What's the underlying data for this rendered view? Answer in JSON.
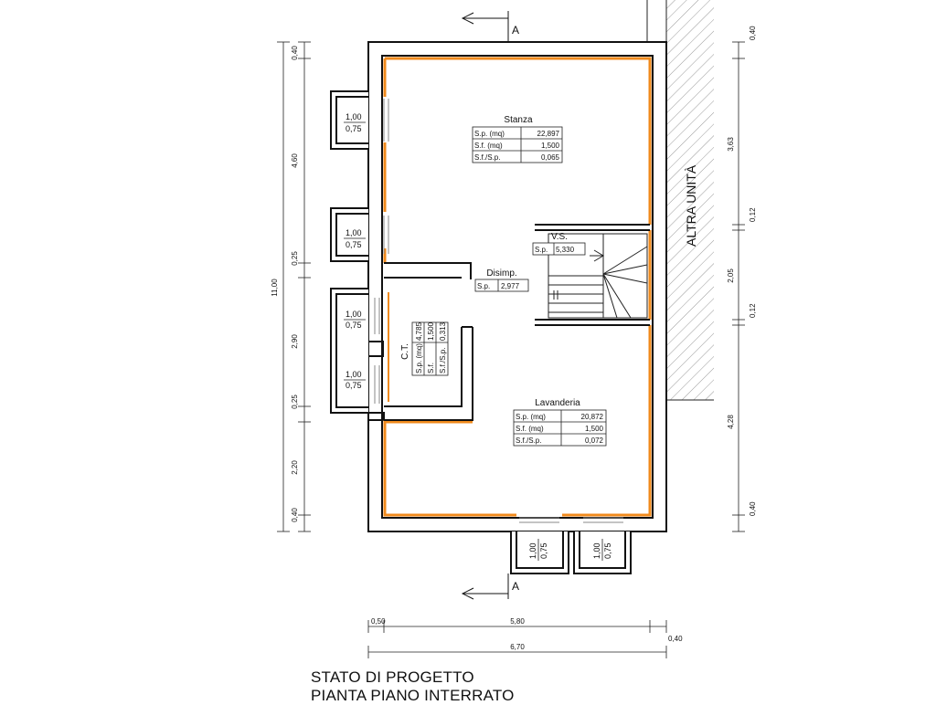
{
  "title": {
    "line1": "STATO DI PROGETTO",
    "line2": "PIANTA PIANO INTERRATO"
  },
  "section_marker": "A",
  "neighbor_label": "ALTRA UNITÀ",
  "rooms": {
    "stanza": {
      "name": "Stanza",
      "rows": [
        {
          "label": "S.p. (mq)",
          "value": "22,897"
        },
        {
          "label": "S.f. (mq)",
          "value": "1,500"
        },
        {
          "label": "S.f./S.p.",
          "value": "0,065"
        }
      ]
    },
    "vs": {
      "name": "V.S.",
      "rows": [
        {
          "label": "S.p.",
          "value": "5,330"
        }
      ]
    },
    "disimpegno": {
      "name": "Disimp.",
      "rows": [
        {
          "label": "S.p.",
          "value": "2,977"
        }
      ]
    },
    "ct": {
      "name": "C.T.",
      "rows": [
        {
          "label": "S.p. (mq)",
          "value": "4,785"
        },
        {
          "label": "S.f.",
          "value": "1,500"
        },
        {
          "label": "S.f./S.p.",
          "value": "0,313"
        }
      ]
    },
    "lavanderia": {
      "name": "Lavanderia",
      "rows": [
        {
          "label": "S.p. (mq)",
          "value": "20,872"
        },
        {
          "label": "S.f. (mq)",
          "value": "1,500"
        },
        {
          "label": "S.f./S.p.",
          "value": "0,072"
        }
      ]
    }
  },
  "windows": {
    "w_width": "1,00",
    "w_height": "0,75"
  },
  "dimensions": {
    "left": [
      "0,40",
      "4,60",
      "0,25",
      "2,90",
      "0,25",
      "2,20",
      "0,40"
    ],
    "left_total": "11,00",
    "right": [
      "0,40",
      "3,63",
      "0,12",
      "2,05",
      "0,12",
      "4,28",
      "0,40"
    ],
    "bottom_row1": [
      "0,50",
      "5,80",
      "0,40"
    ],
    "bottom_total": "6,70"
  },
  "colors": {
    "wall": "#111111",
    "finish": "#f08a1c",
    "line": "#222222"
  }
}
